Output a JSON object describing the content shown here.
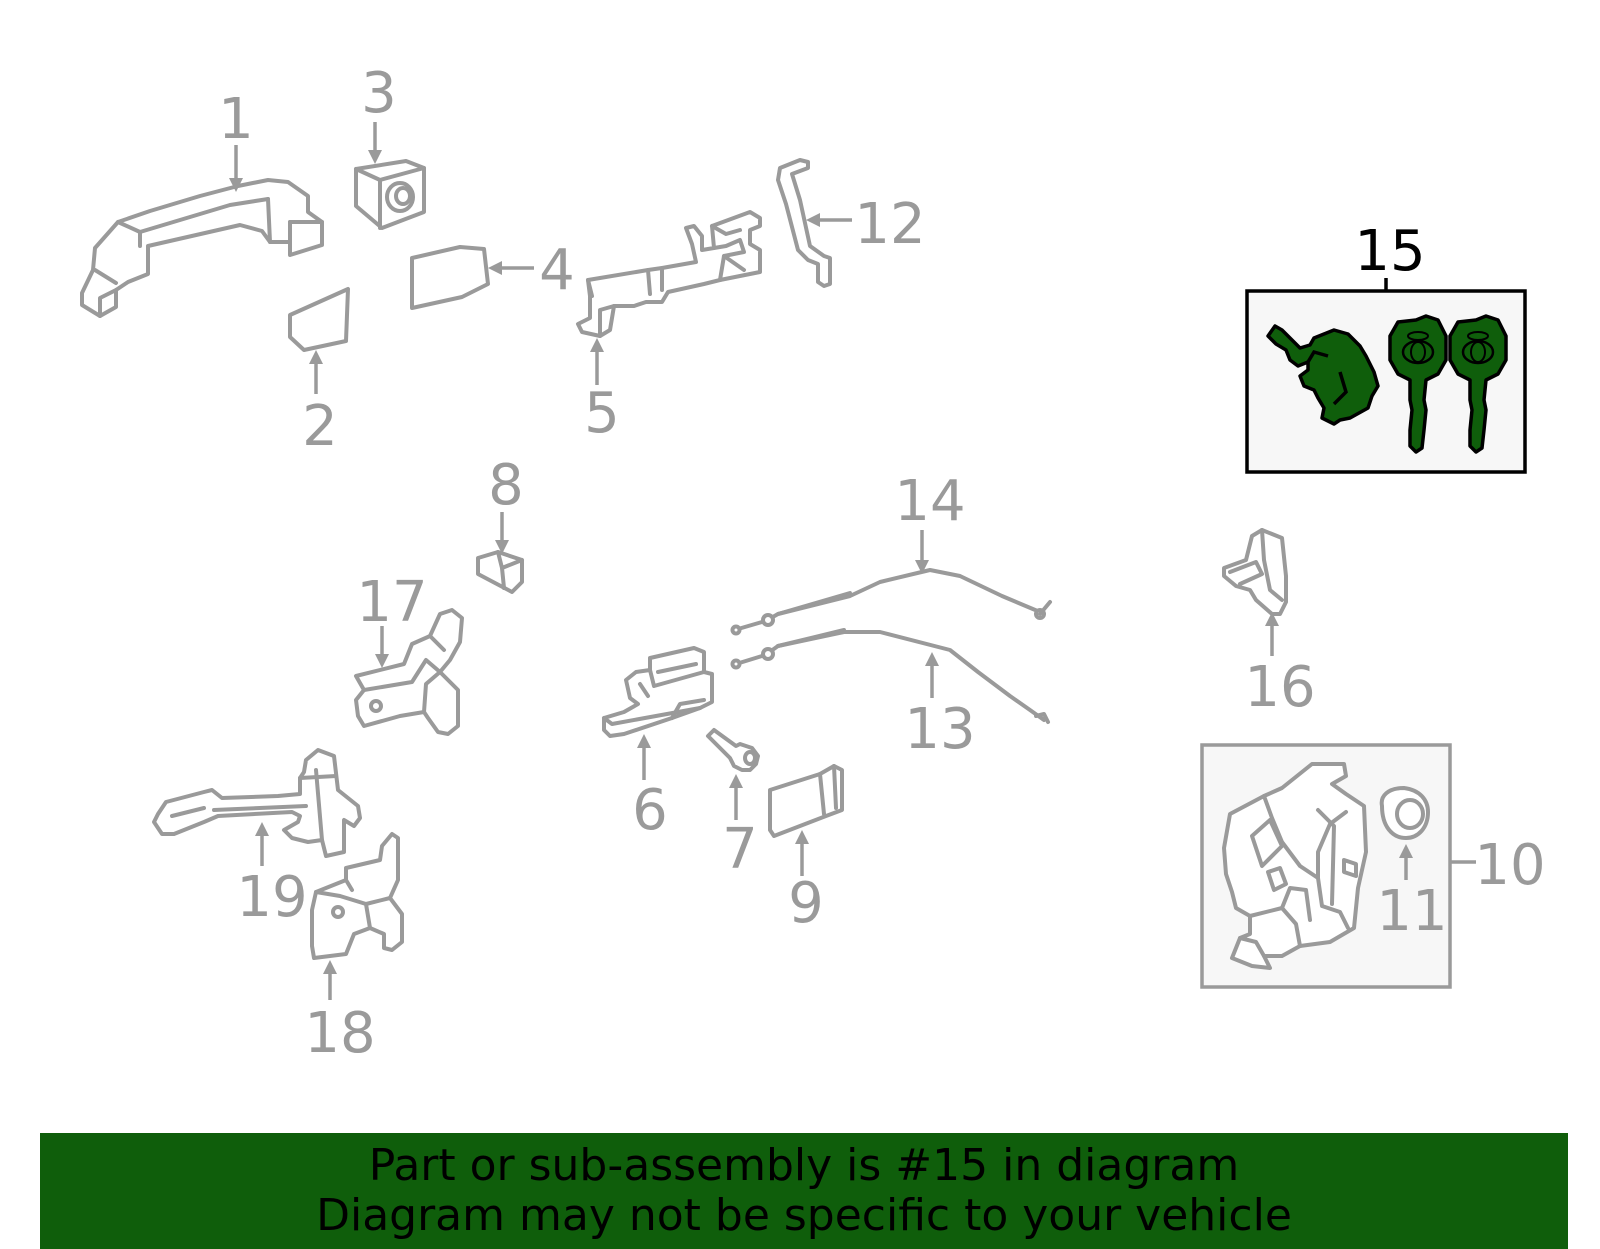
{
  "colors": {
    "part_stroke": "#9a9a9a",
    "highlight_fill": "#0f5e0b",
    "highlight_stroke": "#000000",
    "banner_bg": "#0f5e0b",
    "banner_text": "#000000",
    "box_fill": "#f7f7f7"
  },
  "highlighted_part": "15",
  "callouts": {
    "c1": "1",
    "c2": "2",
    "c3": "3",
    "c4": "4",
    "c5": "5",
    "c6": "6",
    "c7": "7",
    "c8": "8",
    "c9": "9",
    "c10": "10",
    "c11": "11",
    "c12": "12",
    "c13": "13",
    "c14": "14",
    "c15": "15",
    "c16": "16",
    "c17": "17",
    "c18": "18",
    "c19": "19"
  },
  "banner": {
    "line1": "Part or sub-assembly is #15 in diagram",
    "line2": "Diagram may not be specific to your vehicle"
  }
}
